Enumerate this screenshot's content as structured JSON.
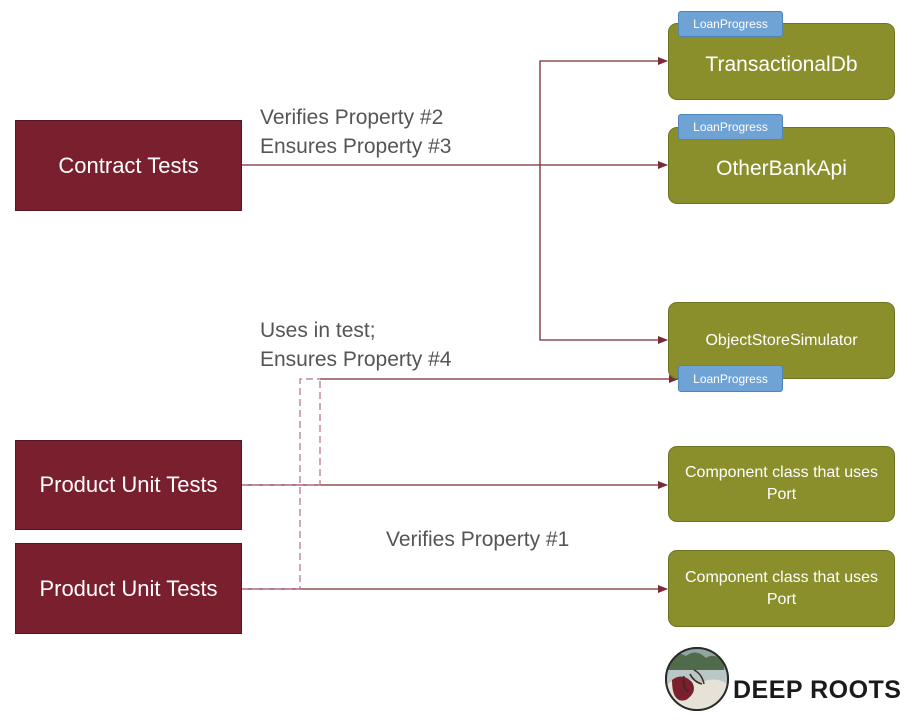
{
  "left_boxes": {
    "contract_tests": "Contract Tests",
    "product_unit_tests_1": "Product Unit Tests",
    "product_unit_tests_2": "Product Unit Tests"
  },
  "right_boxes": {
    "transactional_db": "TransactionalDb",
    "other_bank_api": "OtherBankApi",
    "object_store_simulator": "ObjectStoreSimulator",
    "component_1": "Component class that uses Port",
    "component_2": "Component class that uses Port"
  },
  "tags": {
    "tag_1": "LoanProgress",
    "tag_2": "LoanProgress",
    "tag_3": "LoanProgress"
  },
  "labels": {
    "verifies_2": "Verifies Property #2",
    "ensures_3": "Ensures Property #3",
    "uses_in_test": "Uses in test;",
    "ensures_4": "Ensures Property #4",
    "verifies_1": "Verifies Property #1"
  },
  "logo": {
    "text": "DEEP ROOTS"
  },
  "colors": {
    "test_box": "#7a1f2e",
    "component_box": "#8a8f2c",
    "tag": "#6fa3d6",
    "connector": "#7a2a35"
  }
}
